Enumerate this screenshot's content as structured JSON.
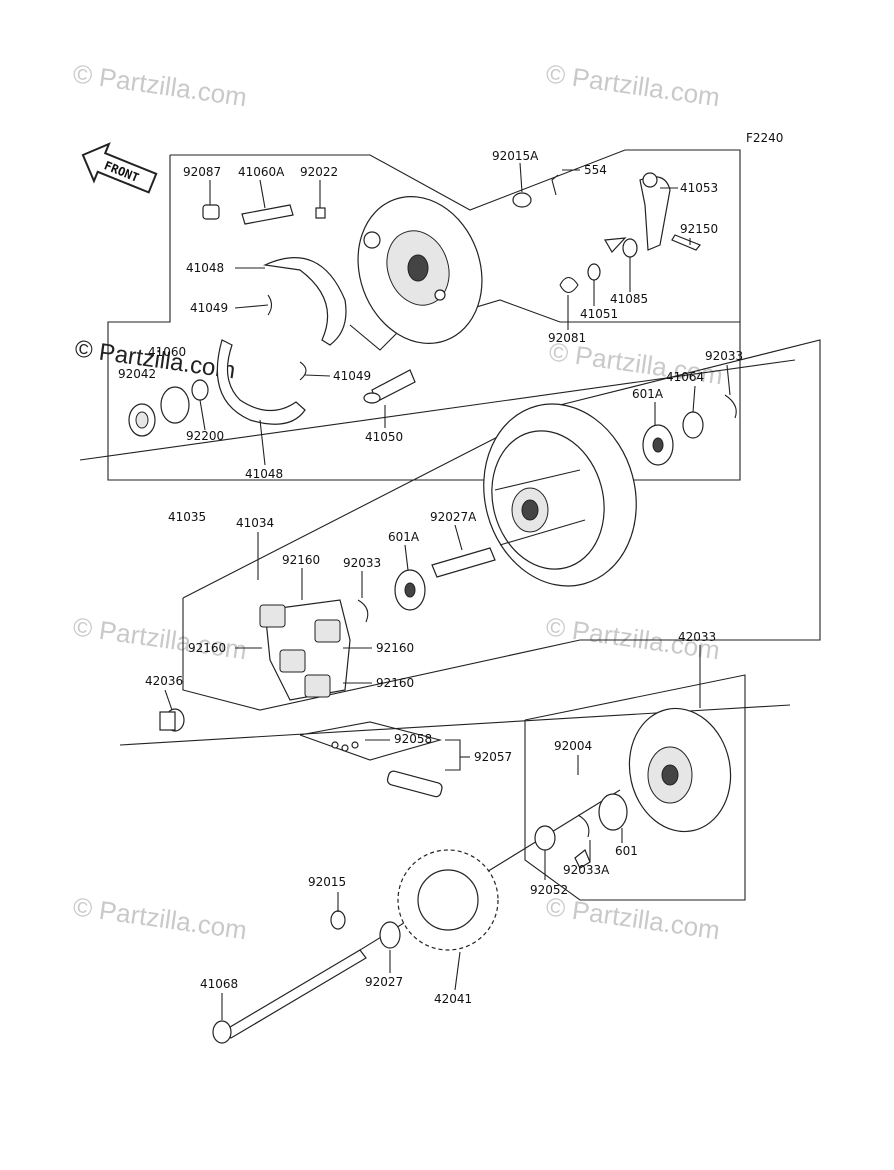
{
  "figure_code": "F2240",
  "front_label": "FRONT",
  "watermark": "© Partzilla.com",
  "parts": {
    "p92087": "92087",
    "p41060A": "41060A",
    "p92022": "92022",
    "p92015A": "92015A",
    "p554": "554",
    "p41053": "41053",
    "p92150": "92150",
    "p41085": "41085",
    "p41051": "41051",
    "p92081": "92081",
    "p41048a": "41048",
    "p41049a": "41049",
    "p41060": "41060",
    "p92042": "92042",
    "p41049b": "41049",
    "p92200": "92200",
    "p41050": "41050",
    "p41048b": "41048",
    "p41035": "41035",
    "p92033a": "92033",
    "p41064": "41064",
    "p601A_a": "601A",
    "p41034": "41034",
    "p92160a": "92160",
    "p92033b": "92033",
    "p601A_b": "601A",
    "p92027A": "92027A",
    "p92160b": "92160",
    "p92160c": "92160",
    "p92160d": "92160",
    "p42036": "42036",
    "p42033": "42033",
    "p92058": "92058",
    "p92057": "92057",
    "p92004": "92004",
    "p601": "601",
    "p92033A": "92033A",
    "p92052": "92052",
    "p92015": "92015",
    "p92027": "92027",
    "p42041": "42041",
    "p41068": "41068"
  }
}
